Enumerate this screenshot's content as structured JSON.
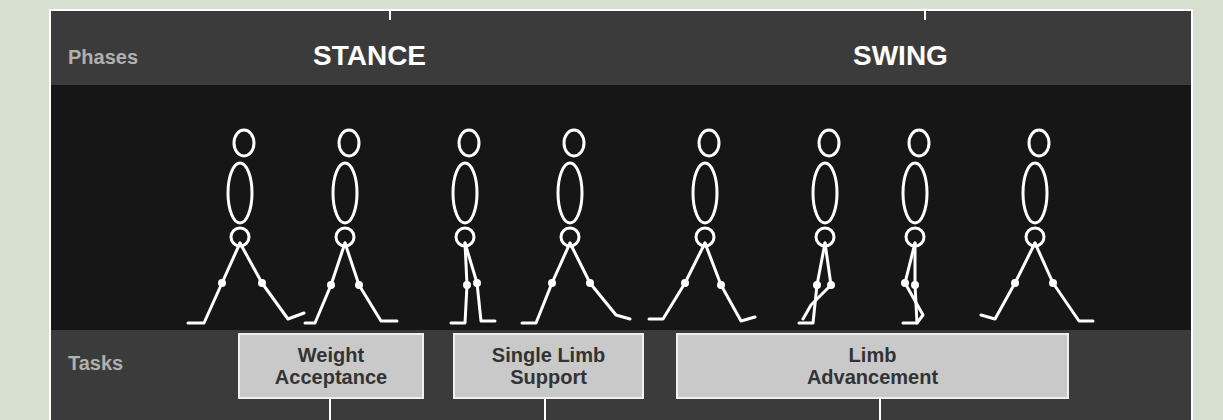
{
  "diagram": {
    "nodes": [
      {
        "text": [
          "Weight Acceptance"
        ]
      },
      {
        "text": [
          "Single Limb Support"
        ]
      },
      {
        "text": [
          "Limb Advancement"
        ]
      }
    ],
    "labels": [
      "Phases",
      "STANCE",
      "SWING",
      "Tasks"
    ]
  }
}
